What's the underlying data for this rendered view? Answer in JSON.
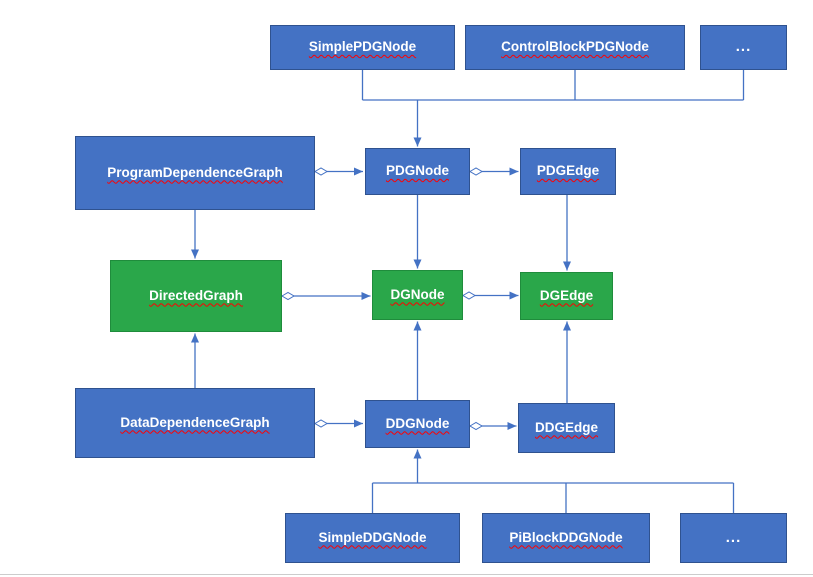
{
  "colors": {
    "blue": "#4472C4",
    "blue_border": "#2F528F",
    "green": "#2AA74A",
    "green_border": "#1F8C3C",
    "line": "#4472C4",
    "underline": "#FF0000"
  },
  "nodes": {
    "simple_pdg_node": {
      "label": "SimplePDGNode"
    },
    "control_block_pdg_node": {
      "label": "ControlBlockPDGNode"
    },
    "pdg_ellipsis": {
      "label": "..."
    },
    "program_dependence_graph": {
      "label": "ProgramDependenceGraph"
    },
    "pdg_node": {
      "label": "PDGNode"
    },
    "pdg_edge": {
      "label": "PDGEdge"
    },
    "directed_graph": {
      "label": "DirectedGraph"
    },
    "dg_node": {
      "label": "DGNode"
    },
    "dg_edge": {
      "label": "DGEdge"
    },
    "data_dependence_graph": {
      "label": "DataDependenceGraph"
    },
    "ddg_node": {
      "label": "DDGNode"
    },
    "ddg_edge": {
      "label": "DDGEdge"
    },
    "simple_ddg_node": {
      "label": "SimpleDDGNode"
    },
    "pi_block_ddg_node": {
      "label": "PiBlockDDGNode"
    },
    "ddg_ellipsis": {
      "label": "..."
    }
  },
  "relations": [
    {
      "from": "SimplePDGNode",
      "to": "PDGNode",
      "type": "inheritance"
    },
    {
      "from": "ControlBlockPDGNode",
      "to": "PDGNode",
      "type": "inheritance"
    },
    {
      "from": "...",
      "to": "PDGNode",
      "type": "inheritance"
    },
    {
      "from": "ProgramDependenceGraph",
      "to": "PDGNode",
      "type": "aggregation"
    },
    {
      "from": "PDGNode",
      "to": "PDGEdge",
      "type": "aggregation"
    },
    {
      "from": "ProgramDependenceGraph",
      "to": "DirectedGraph",
      "type": "inheritance"
    },
    {
      "from": "PDGNode",
      "to": "DGNode",
      "type": "inheritance"
    },
    {
      "from": "PDGEdge",
      "to": "DGEdge",
      "type": "inheritance"
    },
    {
      "from": "DirectedGraph",
      "to": "DGNode",
      "type": "aggregation"
    },
    {
      "from": "DGNode",
      "to": "DGEdge",
      "type": "aggregation"
    },
    {
      "from": "DataDependenceGraph",
      "to": "DirectedGraph",
      "type": "inheritance"
    },
    {
      "from": "DDGNode",
      "to": "DGNode",
      "type": "inheritance"
    },
    {
      "from": "DDGEdge",
      "to": "DGEdge",
      "type": "inheritance"
    },
    {
      "from": "DataDependenceGraph",
      "to": "DDGNode",
      "type": "aggregation"
    },
    {
      "from": "DDGNode",
      "to": "DDGEdge",
      "type": "aggregation"
    },
    {
      "from": "SimpleDDGNode",
      "to": "DDGNode",
      "type": "inheritance"
    },
    {
      "from": "PiBlockDDGNode",
      "to": "DDGNode",
      "type": "inheritance"
    },
    {
      "from": "...",
      "to": "DDGNode",
      "type": "inheritance"
    }
  ]
}
